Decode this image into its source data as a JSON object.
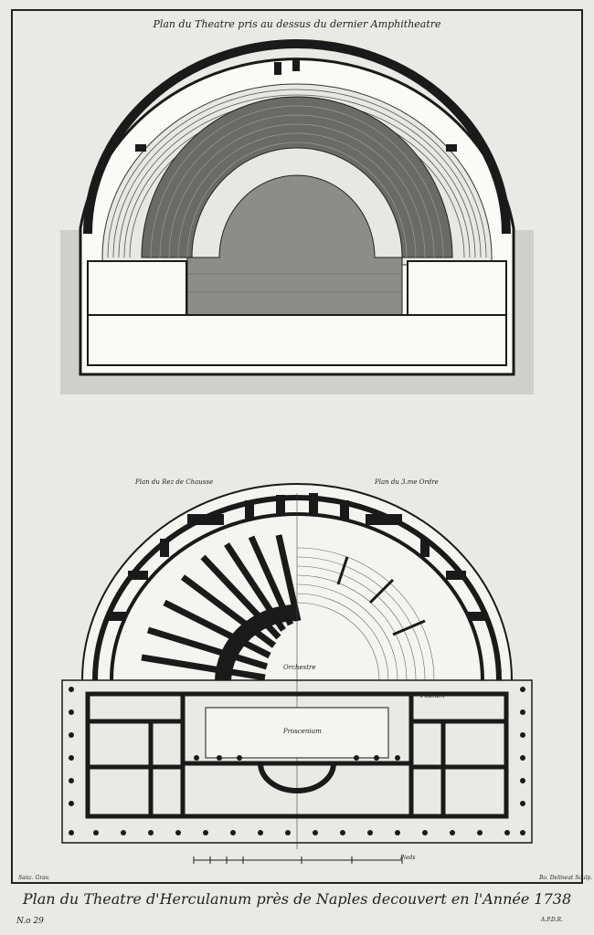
{
  "title_top": "Plan du Theatre pris au dessus du dernier Amphitheatre",
  "label_ground_plan": "Plan du Rez de Chausse",
  "label_upper_plan": "Plan du 3.me Ordre",
  "label_orchestra": "Orchestre",
  "label_podium": "Podium",
  "label_proscenium": "Proscenium",
  "scale_unit": "Pieds",
  "credit_left": "Sanz. Grav.",
  "credit_right": "Bo. Delineat Sculp.",
  "title_bottom": "Plan du Theatre d'Herculanum près de Naples decouvert en l'Année 1738",
  "plate_number": "N.o 29",
  "privilege": "A.P.D.R."
}
